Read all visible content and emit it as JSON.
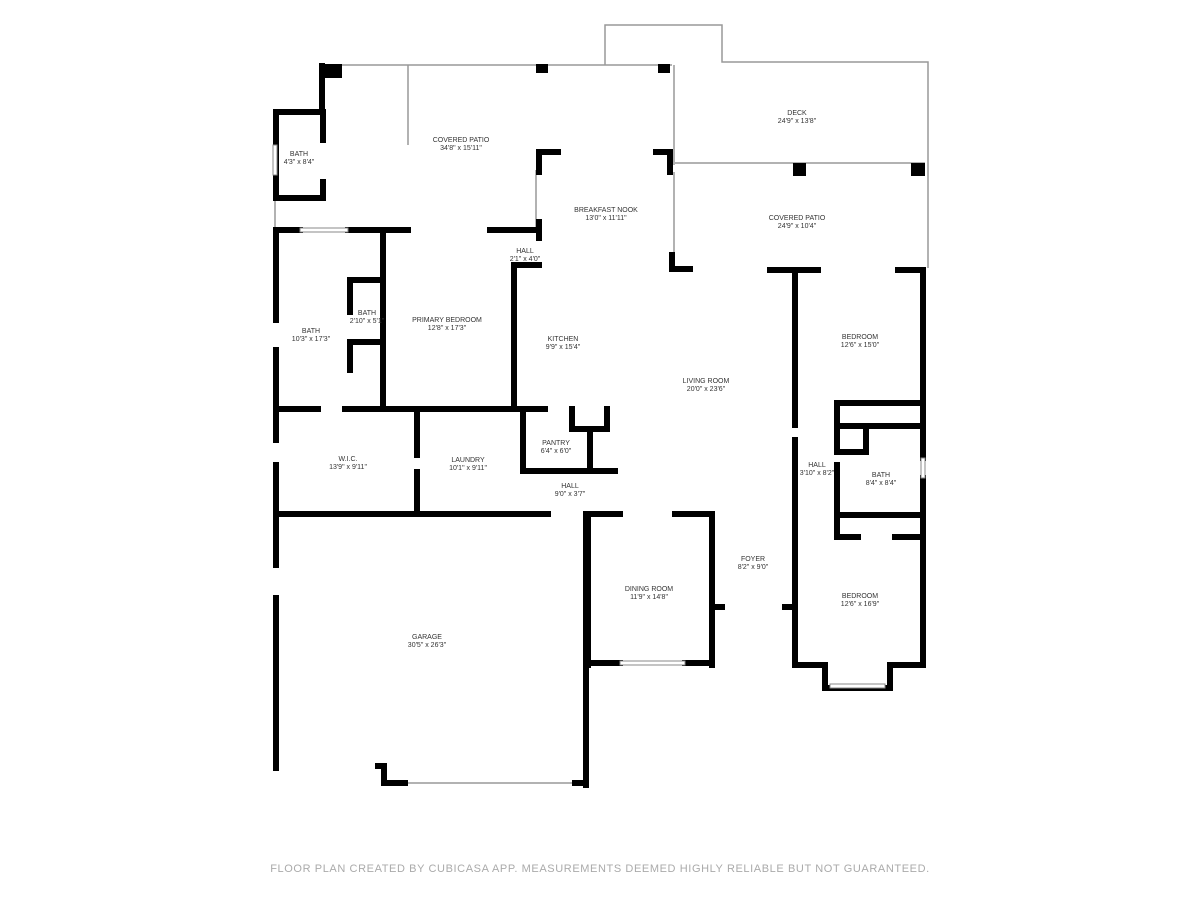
{
  "rooms": [
    {
      "name": "BATH",
      "dims": "4'3\" x 8'4\""
    },
    {
      "name": "COVERED PATIO",
      "dims": "34'8\" x 15'11\""
    },
    {
      "name": "DECK",
      "dims": "24'9\" x 13'8\""
    },
    {
      "name": "BREAKFAST NOOK",
      "dims": "13'0\" x 11'11\""
    },
    {
      "name": "COVERED PATIO",
      "dims": "24'9\" x 10'4\""
    },
    {
      "name": "HALL",
      "dims": "2'1\" x 4'0\""
    },
    {
      "name": "BATH",
      "dims": "10'3\" x 17'3\""
    },
    {
      "name": "BATH",
      "dims": "2'10\" x 5'1\""
    },
    {
      "name": "PRIMARY BEDROOM",
      "dims": "12'8\" x 17'3\""
    },
    {
      "name": "KITCHEN",
      "dims": "9'9\" x 15'4\""
    },
    {
      "name": "LIVING ROOM",
      "dims": "20'0\" x 23'6\""
    },
    {
      "name": "BEDROOM",
      "dims": "12'6\" x 15'0\""
    },
    {
      "name": "W.I.C.",
      "dims": "13'9\" x 9'11\""
    },
    {
      "name": "LAUNDRY",
      "dims": "10'1\" x 9'11\""
    },
    {
      "name": "PANTRY",
      "dims": "6'4\" x 6'0\""
    },
    {
      "name": "HALL",
      "dims": "9'0\" x 3'7\""
    },
    {
      "name": "HALL",
      "dims": "3'10\" x 8'2\""
    },
    {
      "name": "BATH",
      "dims": "8'4\" x 8'4\""
    },
    {
      "name": "GARAGE",
      "dims": "30'5\" x 26'3\""
    },
    {
      "name": "DINING ROOM",
      "dims": "11'9\" x 14'8\""
    },
    {
      "name": "FOYER",
      "dims": "8'2\" x 9'0\""
    },
    {
      "name": "BEDROOM",
      "dims": "12'6\" x 16'9\""
    }
  ],
  "footer": "FLOOR PLAN CREATED BY CUBICASA APP. MEASUREMENTS DEEMED HIGHLY RELIABLE BUT NOT GUARANTEED."
}
